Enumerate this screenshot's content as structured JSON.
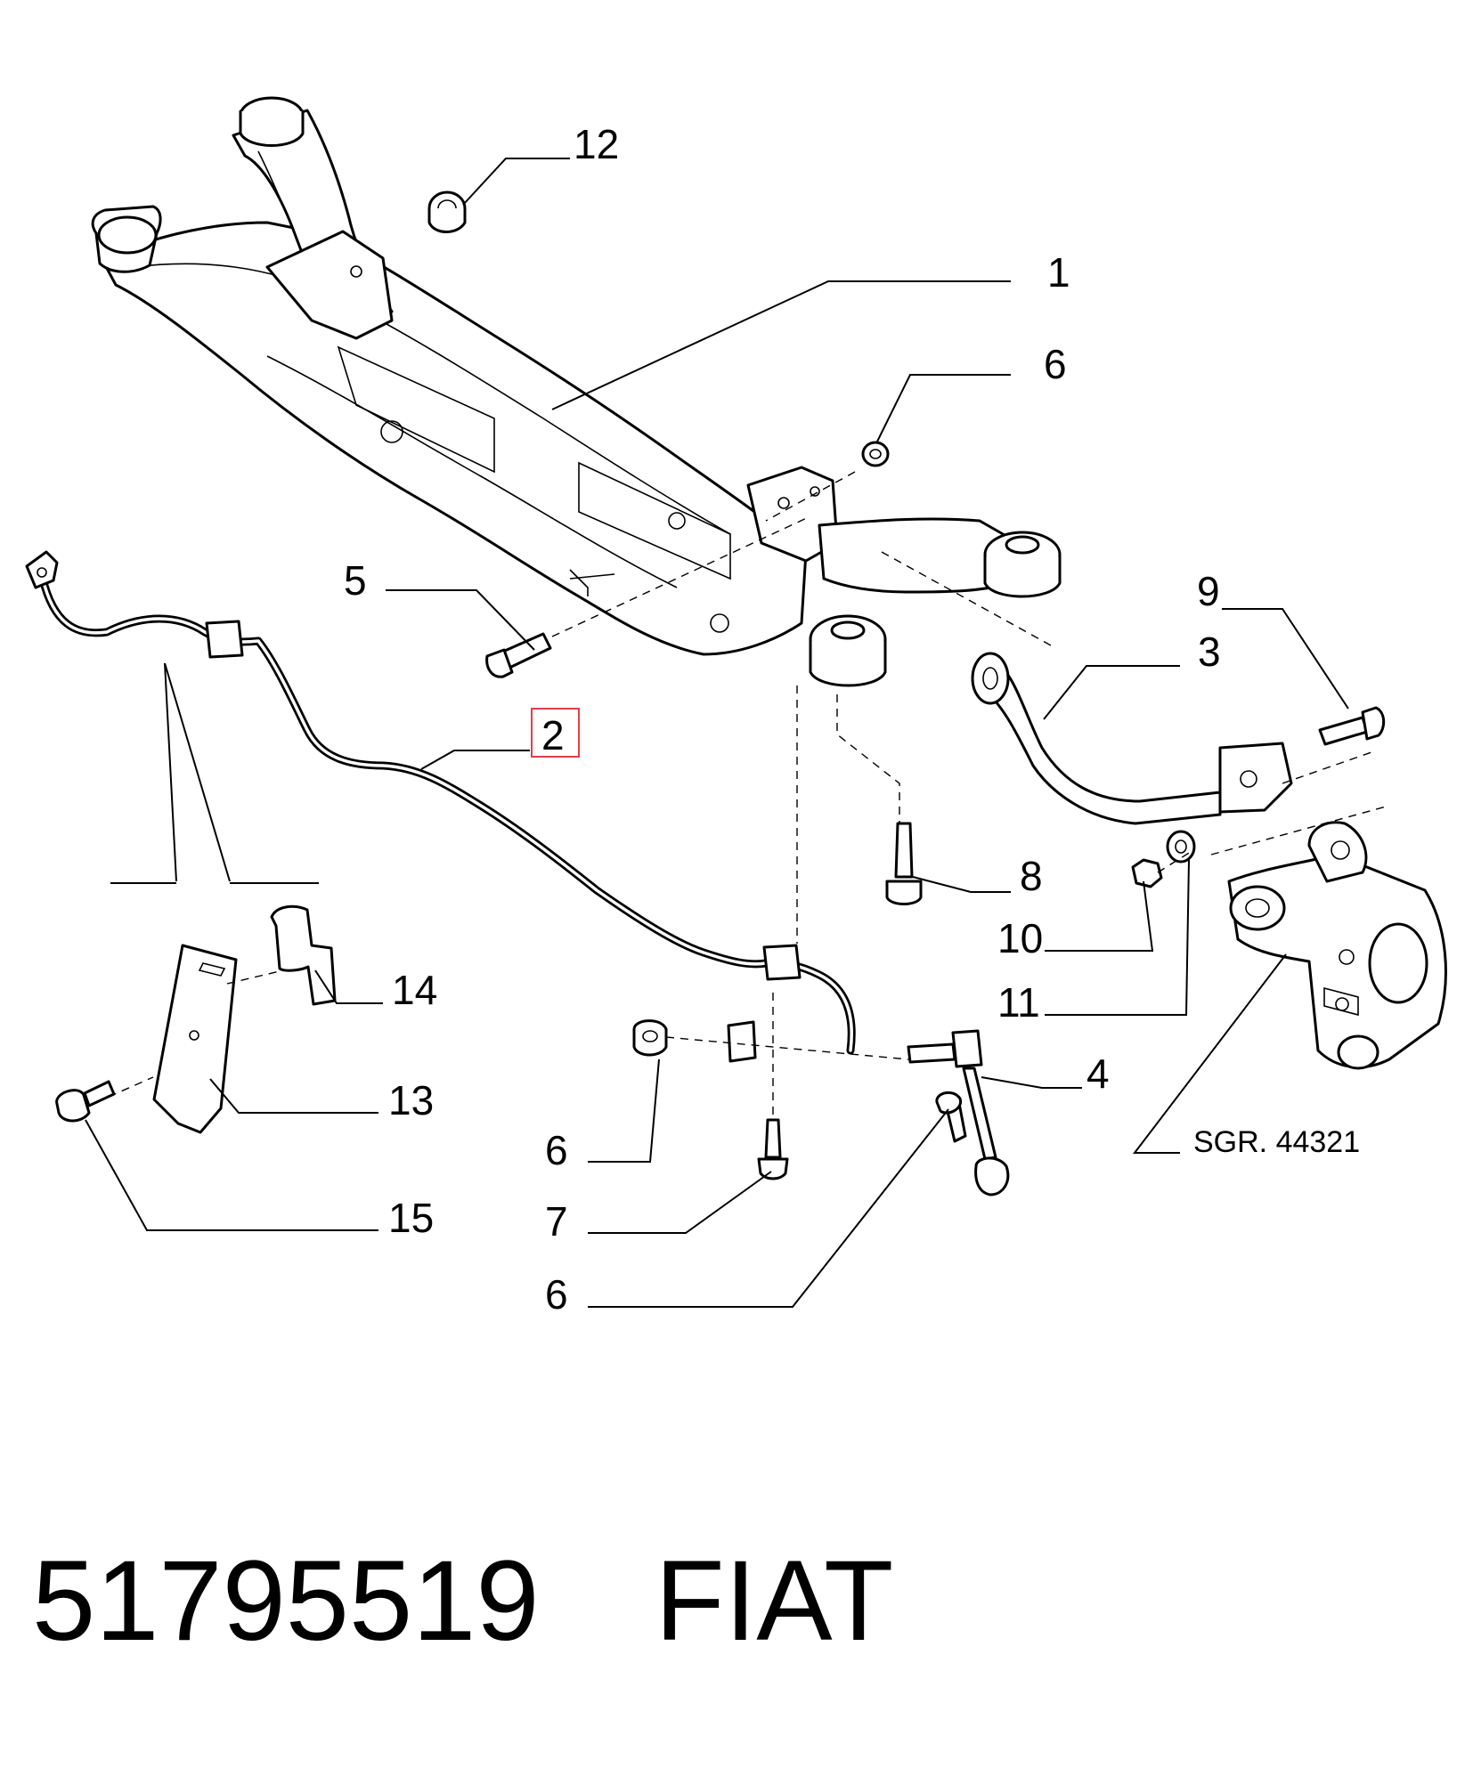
{
  "diagram": {
    "callouts": [
      {
        "id": "c12",
        "label": "12"
      },
      {
        "id": "c1",
        "label": "1"
      },
      {
        "id": "c6a",
        "label": "6"
      },
      {
        "id": "c5",
        "label": "5"
      },
      {
        "id": "c9",
        "label": "9"
      },
      {
        "id": "c3",
        "label": "3"
      },
      {
        "id": "c2",
        "label": "2",
        "highlighted": true
      },
      {
        "id": "c8",
        "label": "8"
      },
      {
        "id": "c10",
        "label": "10"
      },
      {
        "id": "c11",
        "label": "11"
      },
      {
        "id": "c14",
        "label": "14"
      },
      {
        "id": "c13",
        "label": "13"
      },
      {
        "id": "c4",
        "label": "4"
      },
      {
        "id": "c6b",
        "label": "6"
      },
      {
        "id": "c15",
        "label": "15"
      },
      {
        "id": "c7",
        "label": "7"
      },
      {
        "id": "c6c",
        "label": "6"
      }
    ],
    "reference_label": "SGR. 44321",
    "highlight_color": "#e0404a"
  },
  "caption": {
    "part_number": "51795519",
    "brand": "FIAT"
  }
}
